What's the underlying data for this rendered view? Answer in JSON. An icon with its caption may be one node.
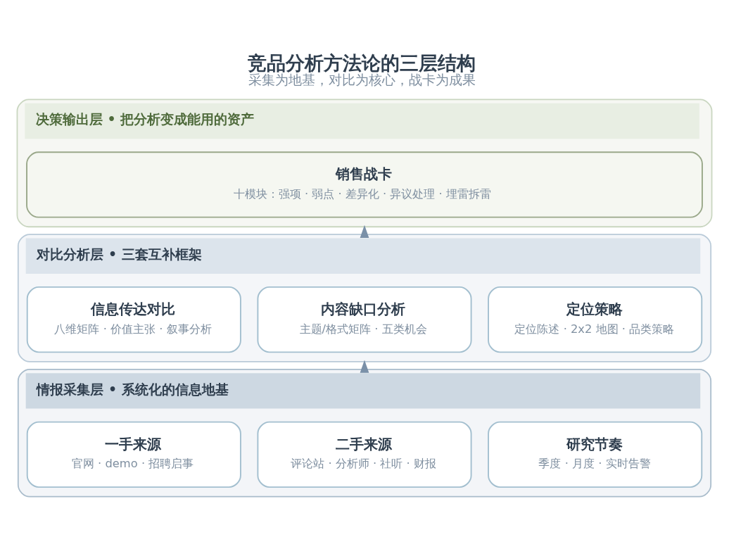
{
  "diagram": {
    "title": "竞品分析方法论的三层结构",
    "caption": "采集为地基，对比为核心，战卡为成果",
    "nodes": [
      {
        "text": [
          "决策输出层 • 把分析变成能用的资产"
        ]
      },
      {
        "text": [
          "销售战卡",
          "十模块：强项 · 弱点 · 差异化 · 异议处理 · 埋雷拆雷"
        ],
        "in": 0
      },
      {
        "text": [
          "对比分析层 • 三套互补框架"
        ]
      },
      {
        "text": [
          "信息传达对比",
          "八维矩阵 · 价值主张 · 叙事分析"
        ],
        "in": 2
      },
      {
        "text": [
          "内容缺口分析",
          "主题/格式矩阵 · 五类机会"
        ],
        "in": 2
      },
      {
        "text": [
          "定位策略",
          "定位陈述 · 2x2 地图 · 品类策略"
        ],
        "in": 2
      },
      {
        "text": [
          "情报采集层 • 系统化的信息地基"
        ]
      },
      {
        "text": [
          "一手来源",
          "官网 · demo · 招聘启事"
        ],
        "in": 6
      },
      {
        "text": [
          "二手来源",
          "评论站 · 分析师 · 社听 · 财报"
        ],
        "in": 6
      },
      {
        "text": [
          "研究节奏",
          "季度 · 月度 · 实时告警"
        ],
        "in": 6
      }
    ],
    "edges": [
      {
        "from": 6,
        "to": 2,
        "arrow": "to"
      },
      {
        "from": 2,
        "to": 0,
        "arrow": "to"
      }
    ]
  }
}
